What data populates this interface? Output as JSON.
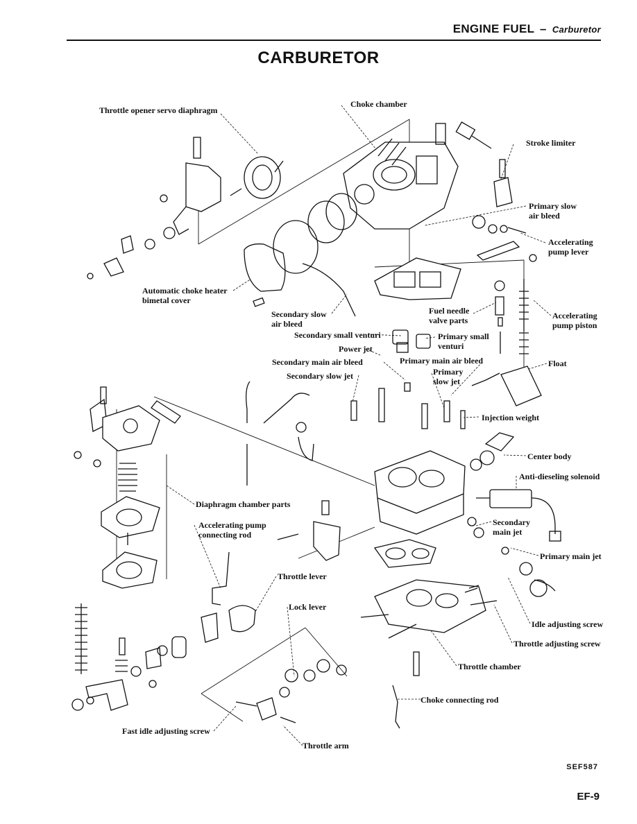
{
  "header": {
    "section": "ENGINE FUEL",
    "dash": "–",
    "subsection": "Carburetor"
  },
  "title": "CARBURETOR",
  "labels": {
    "throttle_opener_servo_diaphragm": "Throttle opener servo diaphragm",
    "choke_chamber": "Choke chamber",
    "stroke_limiter": "Stroke limiter",
    "primary_slow_air_bleed_1": "Primary slow",
    "primary_slow_air_bleed_2": "air bleed",
    "accelerating_pump_lever_1": "Accelerating",
    "accelerating_pump_lever_2": "pump lever",
    "automatic_choke_heater_1": "Automatic choke heater",
    "automatic_choke_heater_2": "bimetal cover",
    "secondary_slow_air_bleed_1": "Secondary slow",
    "secondary_slow_air_bleed_2": "air bleed",
    "fuel_needle_valve_parts_1": "Fuel needle",
    "fuel_needle_valve_parts_2": "valve parts",
    "accelerating_pump_piston_1": "Accelerating",
    "accelerating_pump_piston_2": "pump piston",
    "secondary_small_venturi": "Secondary small venturi",
    "primary_small_venturi_1": "Primary small",
    "primary_small_venturi_2": "venturi",
    "power_jet": "Power jet",
    "secondary_main_air_bleed": "Secondary main air bleed",
    "primary_main_air_bleed": "Primary main air bleed",
    "float": "Float",
    "secondary_slow_jet": "Secondary slow jet",
    "primary_slow_jet_1": "Primary",
    "primary_slow_jet_2": "slow jet",
    "injection_weight": "Injection weight",
    "center_body": "Center body",
    "anti_dieseling_solenoid": "Anti-dieseling solenoid",
    "diaphragm_chamber_parts": "Diaphragm chamber parts",
    "accelerating_pump_connecting_rod_1": "Accelerating pump",
    "accelerating_pump_connecting_rod_2": "connecting rod",
    "secondary_main_jet_1": "Secondary",
    "secondary_main_jet_2": "main jet",
    "primary_main_jet": "Primary main jet",
    "throttle_lever": "Throttle lever",
    "lock_lever": "Lock lever",
    "idle_adjusting_screw": "Idle adjusting screw",
    "throttle_adjusting_screw": "Throttle adjusting screw",
    "throttle_chamber": "Throttle chamber",
    "choke_connecting_rod": "Choke connecting rod",
    "fast_idle_adjusting_screw": "Fast idle adjusting screw",
    "throttle_arm": "Throttle arm"
  },
  "figure_id": "SEF587",
  "page_number": "EF-9"
}
